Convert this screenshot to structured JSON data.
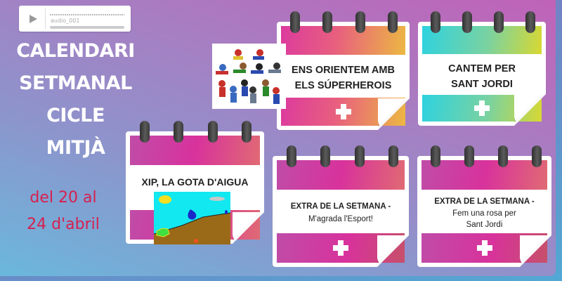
{
  "audio_player": {
    "label": "audio_001",
    "play_icon": "play-icon"
  },
  "title": {
    "lines": [
      "CALENDARI",
      "SETMANAL",
      "CICLE",
      "MITJÀ"
    ]
  },
  "dates": {
    "lines": [
      "del 20 al",
      "24 d'abril"
    ],
    "color": "#d6204f"
  },
  "cards": [
    {
      "id": "superherois",
      "lines": [
        "ENS ORIENTEM AMB",
        "ELS SÚPERHEROIS"
      ],
      "theme": "warm",
      "button_icon": "plus-icon"
    },
    {
      "id": "sant-jordi",
      "lines": [
        "CANTEM PER",
        "SANT JORDI"
      ],
      "theme": "cool",
      "button_icon": "plus-icon"
    },
    {
      "id": "gota-aigua",
      "lines": [
        "XIP, LA GOTA D'AIGUA"
      ],
      "theme": "magenta",
      "button_icon": "plus-icon"
    },
    {
      "id": "esport",
      "lines": [
        "EXTRA DE LA SETMANA -",
        "M'agrada l'Esport!"
      ],
      "theme": "magenta",
      "button_icon": "plus-icon"
    },
    {
      "id": "rosa",
      "lines": [
        "EXTRA DE LA SETMANA -",
        "Fem una rosa per",
        "Sant Jordi"
      ],
      "theme": "magenta",
      "button_icon": "plus-icon"
    }
  ],
  "images": {
    "superheroes": "superheroes-clipart",
    "drawing": "water-drop-drawing"
  },
  "colors": {
    "magenta": "#d8329c",
    "warm_end": "#ecb842",
    "cool_start": "#2ed2e0",
    "cool_end": "#d8d832",
    "text_dark": "#222222"
  }
}
